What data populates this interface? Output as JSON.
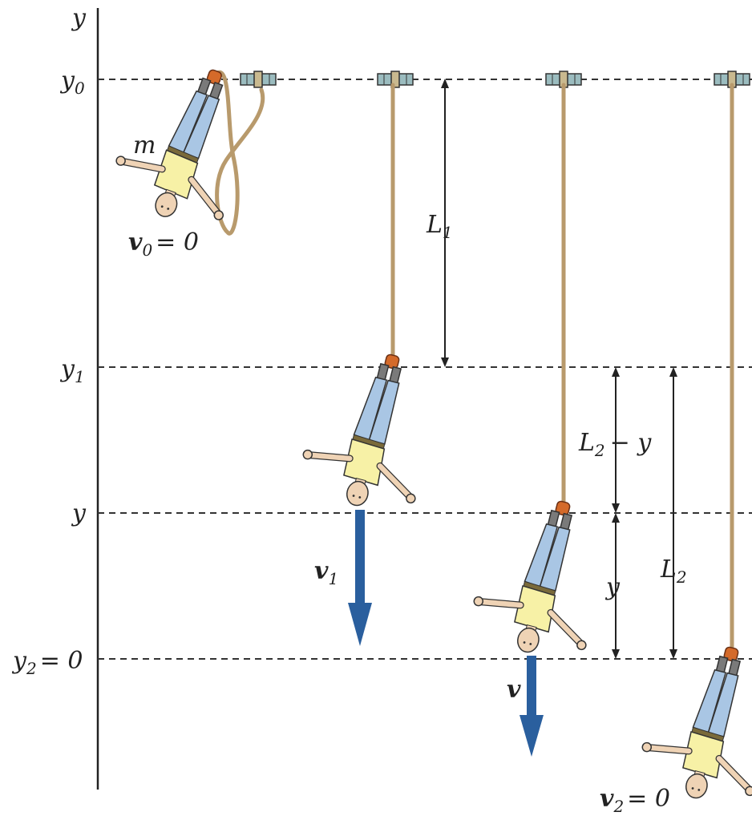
{
  "axis": {
    "y": "y",
    "y0": "y",
    "y0_sub": "0",
    "y1": "y",
    "y1_sub": "1",
    "y_mid": "y",
    "y2": "y",
    "y2_sub": "2",
    "y2_eq": "= 0"
  },
  "jumper_start": {
    "mass": "m",
    "v": "v",
    "v_sub": "0",
    "v_eq": "= 0"
  },
  "dimensions": {
    "L1": "L",
    "L1_sub": "1",
    "L2_minus_y_L": "L",
    "L2_minus_y_sub": "2",
    "L2_minus_y_rest": "− y",
    "y_seg": "y",
    "L2": "L",
    "L2_sub": "2"
  },
  "velocities": {
    "v1": "v",
    "v1_sub": "1",
    "v": "v",
    "v2": "v",
    "v2_sub": "2",
    "v2_eq": "= 0"
  },
  "colors": {
    "rope": "#b89a6c",
    "arrow": "#2a5f9e",
    "shirt": "#f7f1a6",
    "jeans": "#a9c6e4",
    "skin": "#efd3b5",
    "clamp": "#9bbcbf"
  }
}
